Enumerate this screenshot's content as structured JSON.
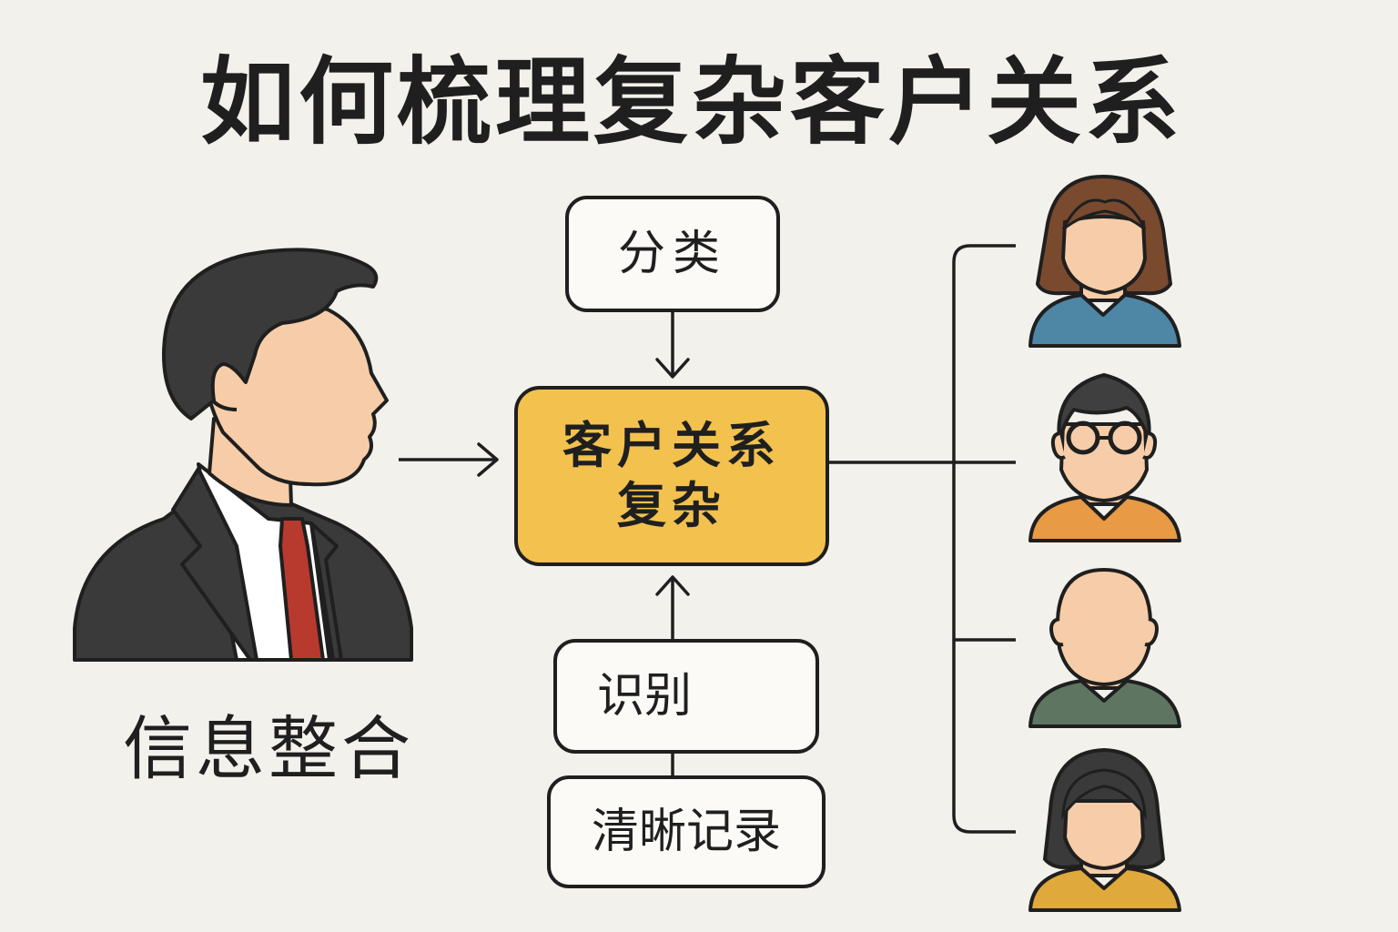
{
  "title": "如何梳理复杂客户关系",
  "nodes": {
    "classify": "分类",
    "center_line1": "客户关系",
    "center_line2": "复杂",
    "identify": "识别",
    "record": "清晰记录",
    "integrate": "信息整合"
  },
  "colors": {
    "background": "#f3f1ec",
    "center_box": "#f2c14e",
    "tie": "#b83a2e",
    "suit": "#3a3a3a",
    "skin": "#f6cda8",
    "customer_1_shirt": "#4e86a6",
    "customer_2_shirt": "#e89a45",
    "customer_3_shirt": "#5e7562",
    "customer_4_shirt": "#e0a93c"
  },
  "icons": [
    "businessman-icon",
    "customer-woman-icon",
    "customer-glasses-icon",
    "customer-bald-icon",
    "customer-woman-2-icon"
  ]
}
